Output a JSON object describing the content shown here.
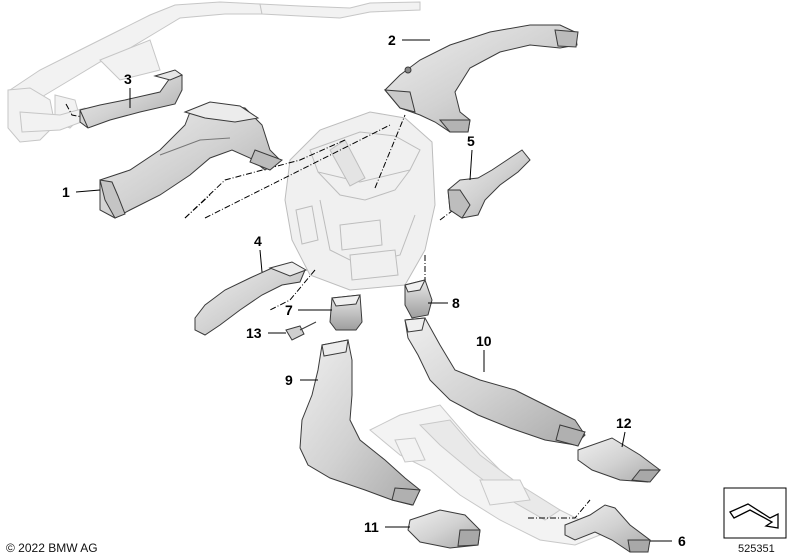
{
  "callouts": {
    "c1": "1",
    "c2": "2",
    "c3": "3",
    "c4": "4",
    "c5": "5",
    "c6": "6",
    "c7": "7",
    "c8": "8",
    "c9": "9",
    "c10": "10",
    "c11": "11",
    "c12": "12",
    "c13": "13"
  },
  "footer": {
    "copyright": "© 2022 BMW AG",
    "reference_number": "525351"
  },
  "colors": {
    "part_fill": "#d9d9d9",
    "part_stroke": "#3a3a3a",
    "ghost_fill": "#f1f1f1",
    "ghost_stroke": "#c4c4c4"
  }
}
